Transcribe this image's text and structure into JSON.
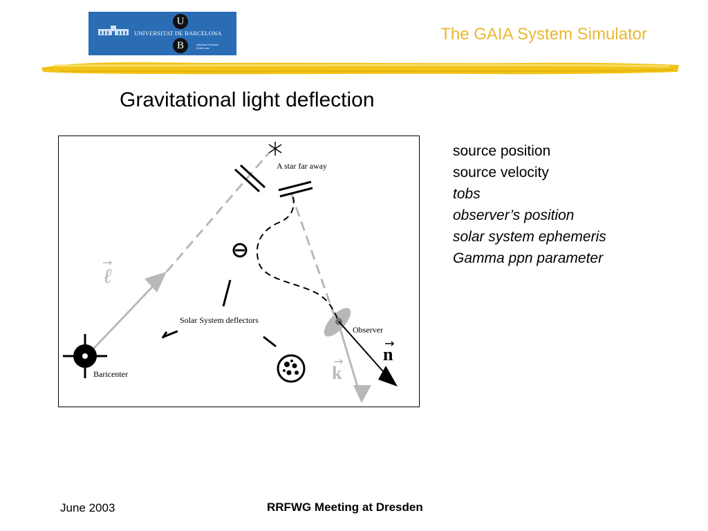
{
  "header": {
    "logo": {
      "name": "UNIVERSITAT DE BARCELONA",
      "badge_top": "U",
      "badge_bottom": "B",
      "subtext_line1": "Llibertat Profunda",
      "subtext_line2": "Ordre Laic"
    },
    "title": "The GAIA System Simulator"
  },
  "slide": {
    "title": "Gravitational light deflection"
  },
  "figure": {
    "labels": {
      "star": "A star far away",
      "deflectors": "Solar System deflectors",
      "observer": "Observer",
      "baricenter": "Baricenter",
      "vector_l": "ℓ",
      "vector_n": "n",
      "vector_k": "k"
    }
  },
  "parameters": [
    {
      "text": "source position",
      "italic": false
    },
    {
      "text": "source velocity",
      "italic": false
    },
    {
      "text": "tobs",
      "italic": true
    },
    {
      "text": "observer’s position",
      "italic": true
    },
    {
      "text": "solar system ephemeris",
      "italic": true
    },
    {
      "text": "Gamma ppn parameter",
      "italic": true
    }
  ],
  "footer": {
    "date": "June 2003",
    "event": "RRFWG Meeting at Dresden"
  },
  "colors": {
    "accent": "#e8b832",
    "logo_background": "#2a6db5",
    "figure_gray": "#b8b8b8"
  }
}
